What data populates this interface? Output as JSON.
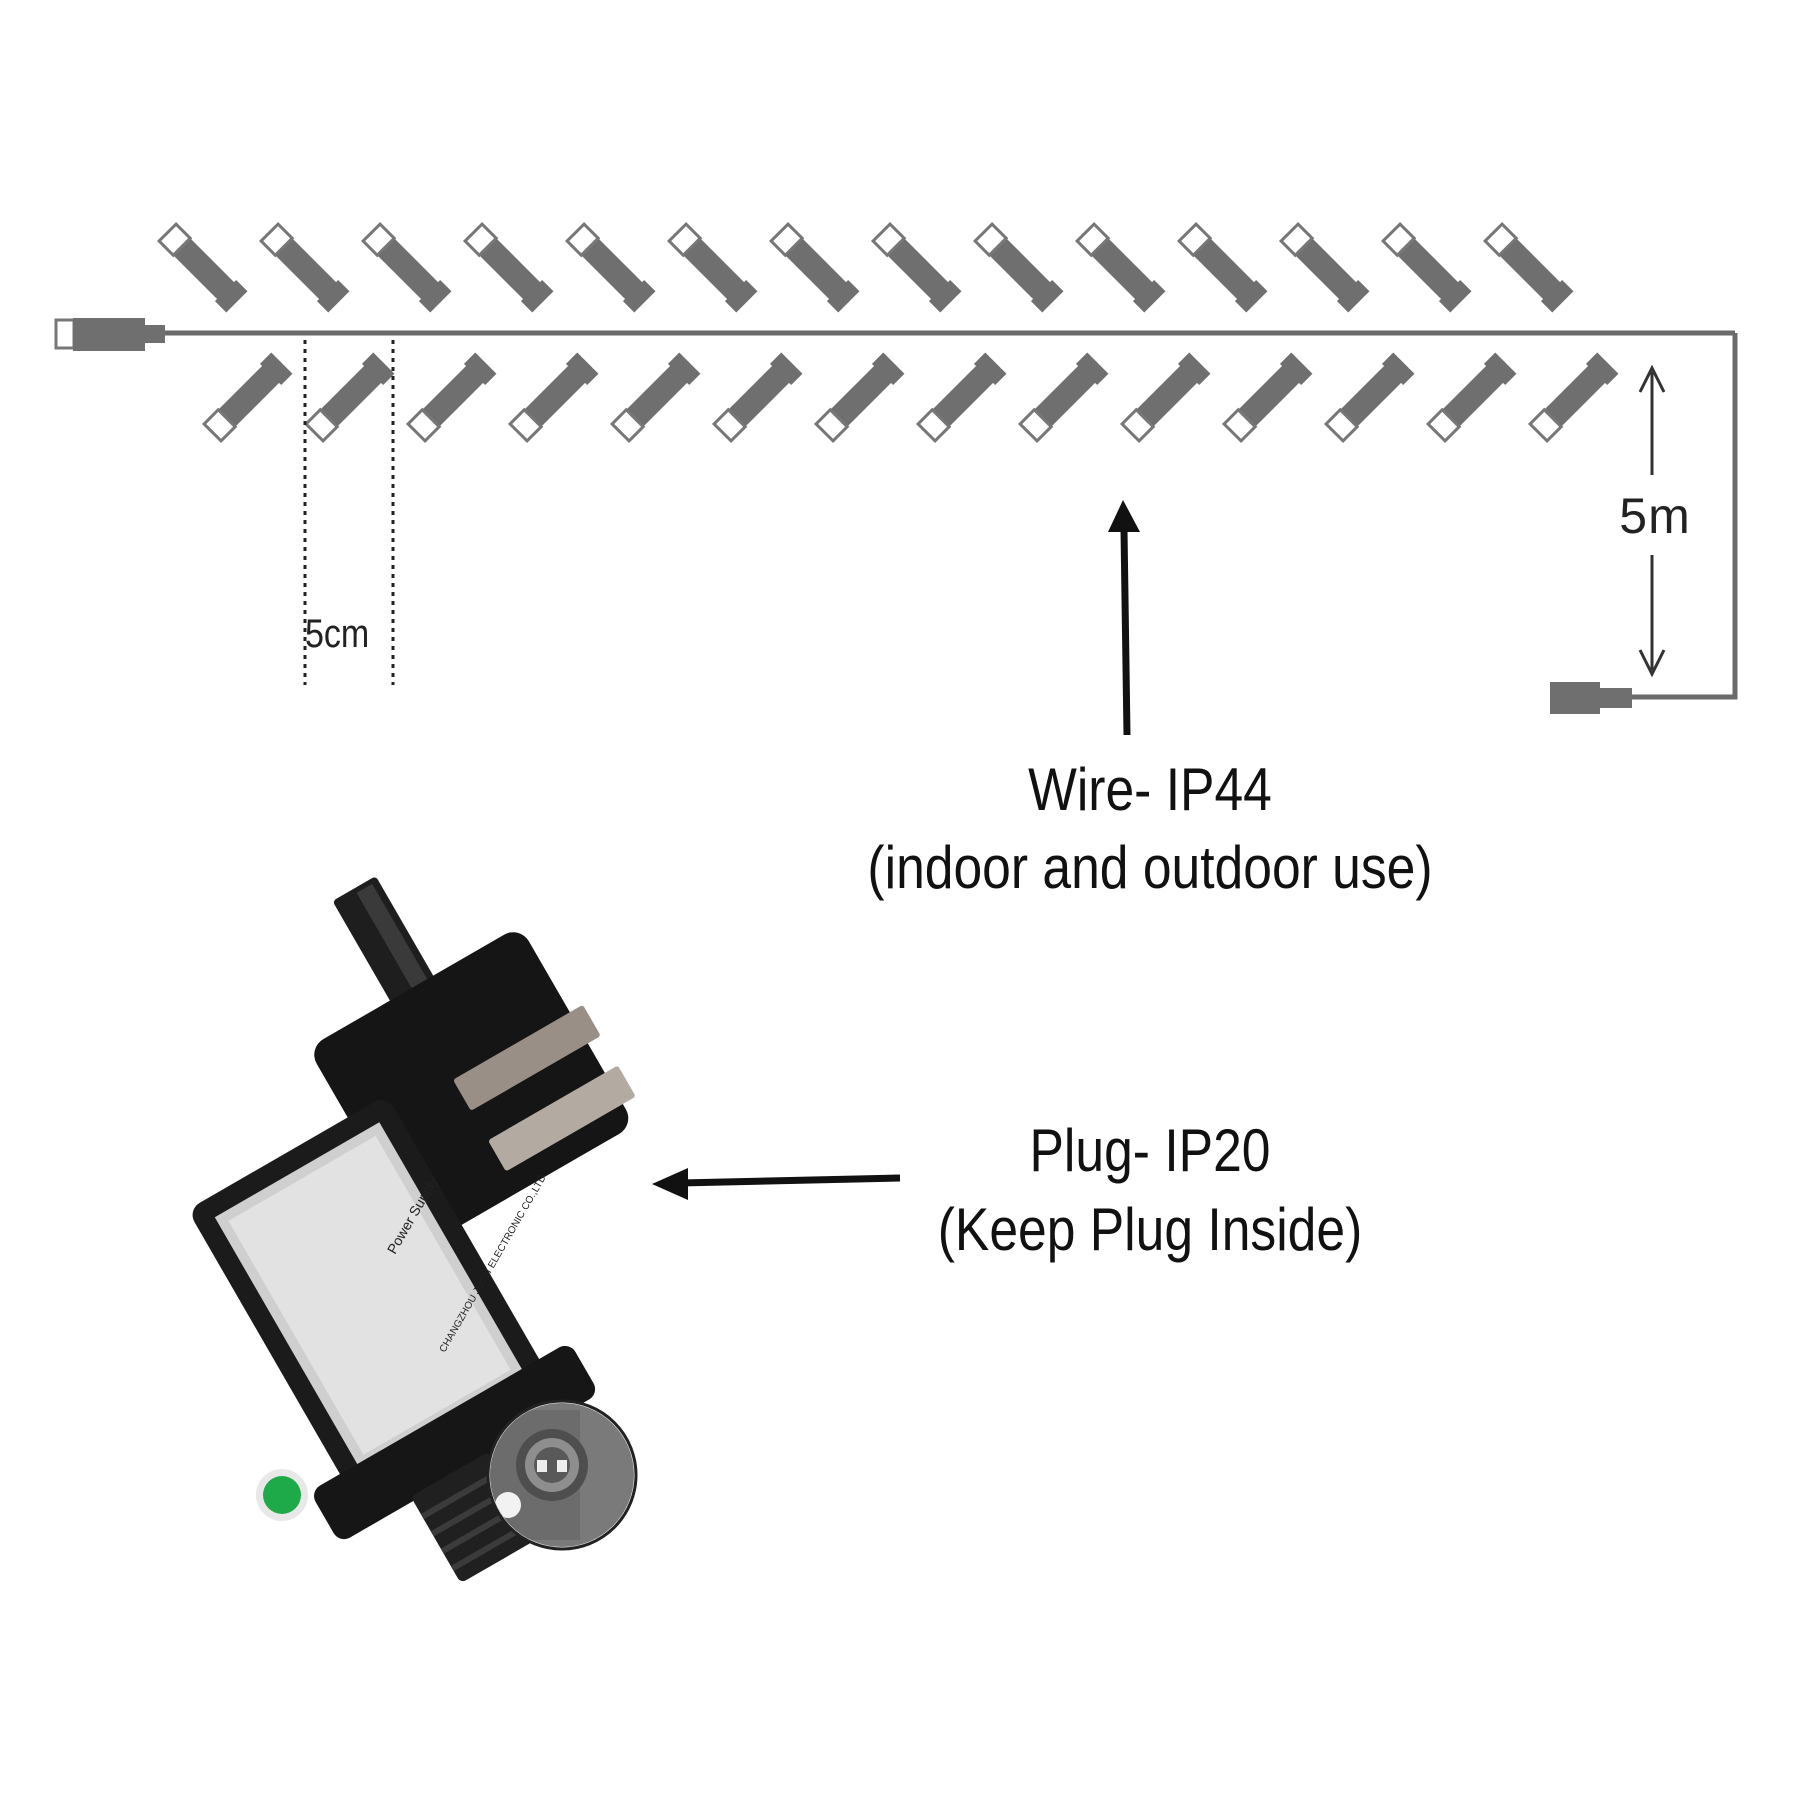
{
  "spacing_label": "5cm",
  "lead_label": "5m",
  "wire": {
    "title": "Wire- IP44",
    "subtitle": "(indoor and outdoor use)"
  },
  "plug": {
    "title": "Plug- IP20",
    "subtitle": "(Keep Plug Inside)",
    "brand_label": "Power Supply",
    "manufacturer": "CHANGZHOU JUTAI ELECTRONIC CO.,LTD"
  },
  "colors": {
    "bulb": "#6f6f6f",
    "wire": "#6a6a6a",
    "adapter": "#1a1a1a",
    "led": "#1faa4a",
    "text": "#111111"
  }
}
